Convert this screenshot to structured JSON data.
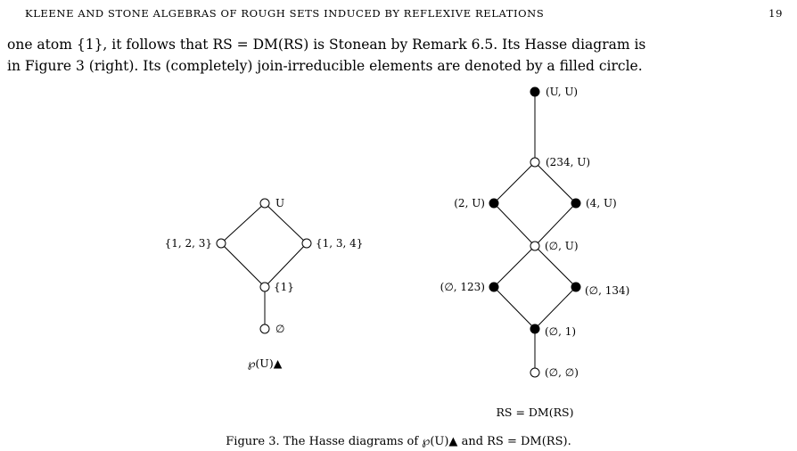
{
  "header": {
    "title": "KLEENE AND STONE ALGEBRAS OF ROUGH SETS INDUCED BY REFLEXIVE RELATIONS",
    "page_number": "19"
  },
  "intro": {
    "line1": "one atom {1}, it follows that RS = DM(RS) is Stonean by Remark 6.5. Its Hasse diagram is",
    "line2": "in Figure 3 (right). Its (completely) join-irreducible elements are denoted by a filled circle."
  },
  "left_diagram": {
    "caption": "℘(U)▲",
    "nodes": [
      {
        "id": "U",
        "label": "U",
        "filled": false
      },
      {
        "id": "s123",
        "label": "{1, 2, 3}",
        "filled": false
      },
      {
        "id": "s134",
        "label": "{1, 3, 4}",
        "filled": false
      },
      {
        "id": "s1",
        "label": "{1}",
        "filled": false
      },
      {
        "id": "empty",
        "label": "∅",
        "filled": false
      }
    ],
    "edges": [
      [
        "U",
        "s123"
      ],
      [
        "U",
        "s134"
      ],
      [
        "s123",
        "s1"
      ],
      [
        "s134",
        "s1"
      ],
      [
        "s1",
        "empty"
      ]
    ]
  },
  "right_diagram": {
    "caption": "RS = DM(RS)",
    "nodes": [
      {
        "id": "UU",
        "label": "(U, U)",
        "filled": true
      },
      {
        "id": "n234U",
        "label": "(234, U)",
        "filled": false
      },
      {
        "id": "n2U",
        "label": "(2, U)",
        "filled": true
      },
      {
        "id": "n4U",
        "label": "(4, U)",
        "filled": true
      },
      {
        "id": "eU",
        "label": "(∅, U)",
        "filled": false
      },
      {
        "id": "e123",
        "label": "(∅, 123)",
        "filled": true
      },
      {
        "id": "e134",
        "label": "(∅, 134)",
        "filled": true
      },
      {
        "id": "e1",
        "label": "(∅, 1)",
        "filled": true
      },
      {
        "id": "ee",
        "label": "(∅, ∅)",
        "filled": false
      }
    ],
    "edges": [
      [
        "UU",
        "n234U"
      ],
      [
        "n234U",
        "n2U"
      ],
      [
        "n234U",
        "n4U"
      ],
      [
        "n2U",
        "eU"
      ],
      [
        "n4U",
        "eU"
      ],
      [
        "eU",
        "e123"
      ],
      [
        "eU",
        "e134"
      ],
      [
        "e123",
        "e1"
      ],
      [
        "e134",
        "e1"
      ],
      [
        "e1",
        "ee"
      ]
    ]
  },
  "figure_caption": "Figure 3. The Hasse diagrams of ℘(U)▲ and RS = DM(RS)."
}
